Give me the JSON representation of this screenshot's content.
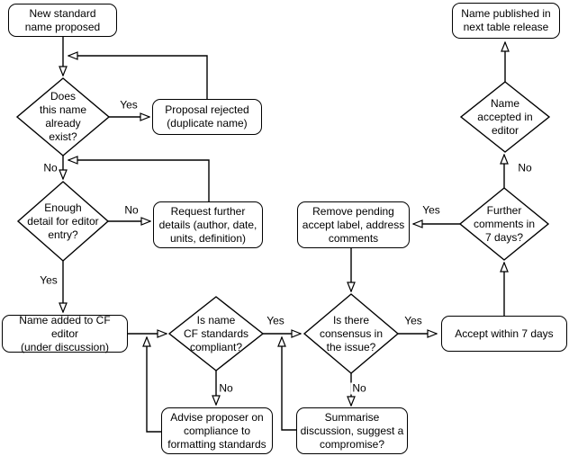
{
  "diagram": {
    "type": "flowchart",
    "background": "#ffffff",
    "stroke_color": "#000000",
    "node_fill": "#ffffff",
    "nodes": {
      "new_standard": "New standard\nname proposed",
      "proposal_rejected": "Proposal rejected\n(duplicate name)",
      "request_details": "Request further\ndetails (author, date,\nunits, definition)",
      "name_added": "Name added to CF editor\n(under discussion)",
      "advise_proposer": "Advise proposer on\ncompliance to\nformatting standards",
      "summarise": "Summarise\ndiscussion, suggest a\ncompromise?",
      "remove_pending": "Remove pending\naccept label, address\ncomments",
      "accept_7days": "Accept within 7 days",
      "name_published": "Name published in\nnext table release"
    },
    "decisions": {
      "does_exist": "Does\nthis name\nalready\nexist?",
      "enough_detail": "Enough\ndetail for editor\nentry?",
      "compliant": "Is name\nCF standards\ncompliant?",
      "consensus": "Is there\nconsensus in\nthe issue?",
      "further_comments": "Further\ncomments in\n7 days?",
      "name_accepted": "Name\naccepted in\neditor"
    },
    "edge_labels": {
      "does_exist_yes": "Yes",
      "does_exist_no": "No",
      "enough_detail_no": "No",
      "enough_detail_yes": "Yes",
      "compliant_yes": "Yes",
      "compliant_no": "No",
      "consensus_yes": "Yes",
      "consensus_no": "No",
      "further_comments_yes": "Yes",
      "further_comments_no": "No"
    }
  }
}
